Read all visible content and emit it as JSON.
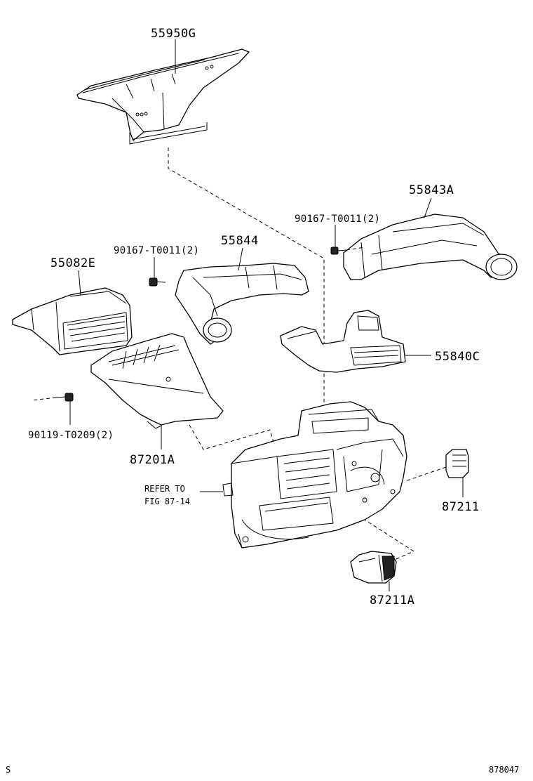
{
  "parts": {
    "p55950G": "55950G",
    "p55843A": "55843A",
    "p90167_right": "90167-T0011(2)",
    "p90167_left": "90167-T0011(2)",
    "p55844": "55844",
    "p55082E": "55082E",
    "p55840C": "55840C",
    "p90119": "90119-T0209(2)",
    "p87201A": "87201A",
    "refer_line1": "REFER TO",
    "refer_line2": "FIG 87-14",
    "p87211": "87211",
    "p87211A": "87211A"
  },
  "footer": {
    "left_mark": "S",
    "diagram_id": "878047"
  }
}
